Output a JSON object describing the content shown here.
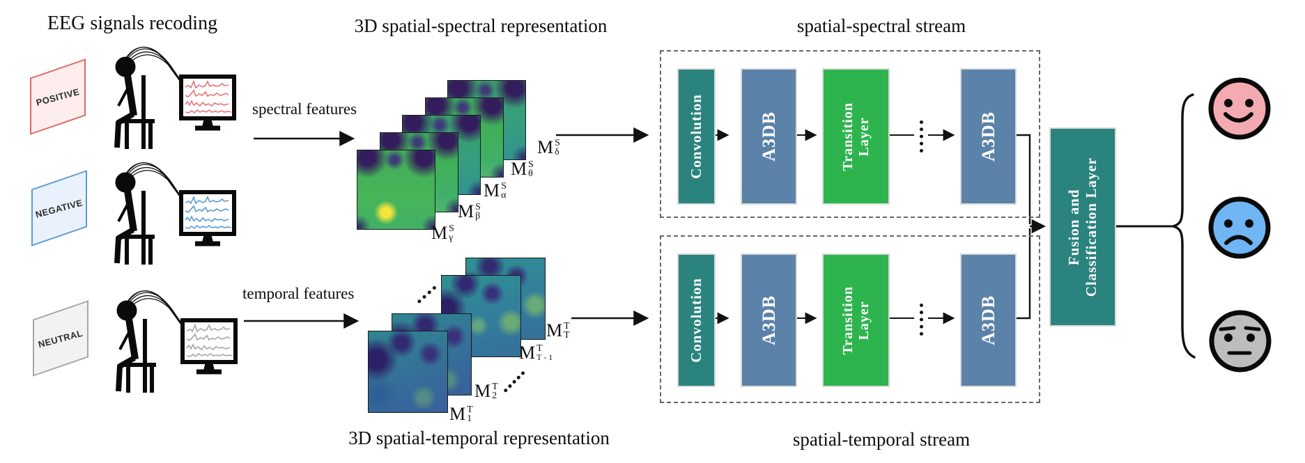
{
  "titles": {
    "recording": "EEG signals recoding",
    "spectral_representation": "3D spatial-spectral representation",
    "temporal_representation": "3D spatial-temporal representation"
  },
  "stimuli": [
    {
      "label": "POSITIVE",
      "border_color": "#e06666",
      "fill_color": "#fdeded",
      "signal_color": "#e57575"
    },
    {
      "label": "NEGATIVE",
      "border_color": "#5b9bd5",
      "fill_color": "#e9f2fc",
      "signal_color": "#5b9bd5"
    },
    {
      "label": "NEUTRAL",
      "border_color": "#a6a6a6",
      "fill_color": "#f2f2f2",
      "signal_color": "#a6a6a6"
    }
  ],
  "features": {
    "spectral": "spectral features",
    "temporal": "temporal features"
  },
  "spectral_maps": {
    "labels": [
      {
        "base": "M",
        "sup": "S",
        "sub": "γ"
      },
      {
        "base": "M",
        "sup": "S",
        "sub": "β"
      },
      {
        "base": "M",
        "sup": "S",
        "sub": "α"
      },
      {
        "base": "M",
        "sup": "S",
        "sub": "θ"
      },
      {
        "base": "M",
        "sup": "S",
        "sub": "δ"
      }
    ]
  },
  "temporal_maps": {
    "labels": [
      {
        "base": "M",
        "sup": "T",
        "sub": "1"
      },
      {
        "base": "M",
        "sup": "T",
        "sub": "2"
      },
      {
        "base": "M",
        "sup": "T",
        "sub": "T - 1"
      },
      {
        "base": "M",
        "sup": "T",
        "sub": "T"
      }
    ],
    "ellipsis": "⋯"
  },
  "streams": [
    {
      "title": "spatial-spectral stream",
      "blocks": [
        {
          "label": "Convolution"
        },
        {
          "label": "A3DB"
        },
        {
          "line1": "Transition",
          "line2": "Layer"
        },
        {
          "label": "A3DB"
        }
      ],
      "ellipsis": "⋮"
    },
    {
      "title": "spatial-temporal stream",
      "blocks": [
        {
          "label": "Convolution"
        },
        {
          "label": "A3DB"
        },
        {
          "line1": "Transition",
          "line2": "Layer"
        },
        {
          "label": "A3DB"
        }
      ],
      "ellipsis": "⋮"
    }
  ],
  "fusion": {
    "line1": "Fusion and",
    "line2": "Classification Layer",
    "color": "#2a837d"
  },
  "outputs": [
    {
      "emotion": "positive-happy-face",
      "color": "#f3abb1"
    },
    {
      "emotion": "negative-sad-face",
      "color": "#70b5f4"
    },
    {
      "emotion": "neutral-face",
      "color": "#bdbdbd"
    }
  ],
  "palette": {
    "convolution_teal": "#2a837d",
    "a3db_blue": "#5b82a8",
    "transition_green": "#2eb44e",
    "heatmap_purple": "#341d5c",
    "heatmap_green": "#41b058",
    "heatmap_teal": "#2f9190",
    "heatmap_yellow": "#f4e73c",
    "line_color": "#111111"
  }
}
